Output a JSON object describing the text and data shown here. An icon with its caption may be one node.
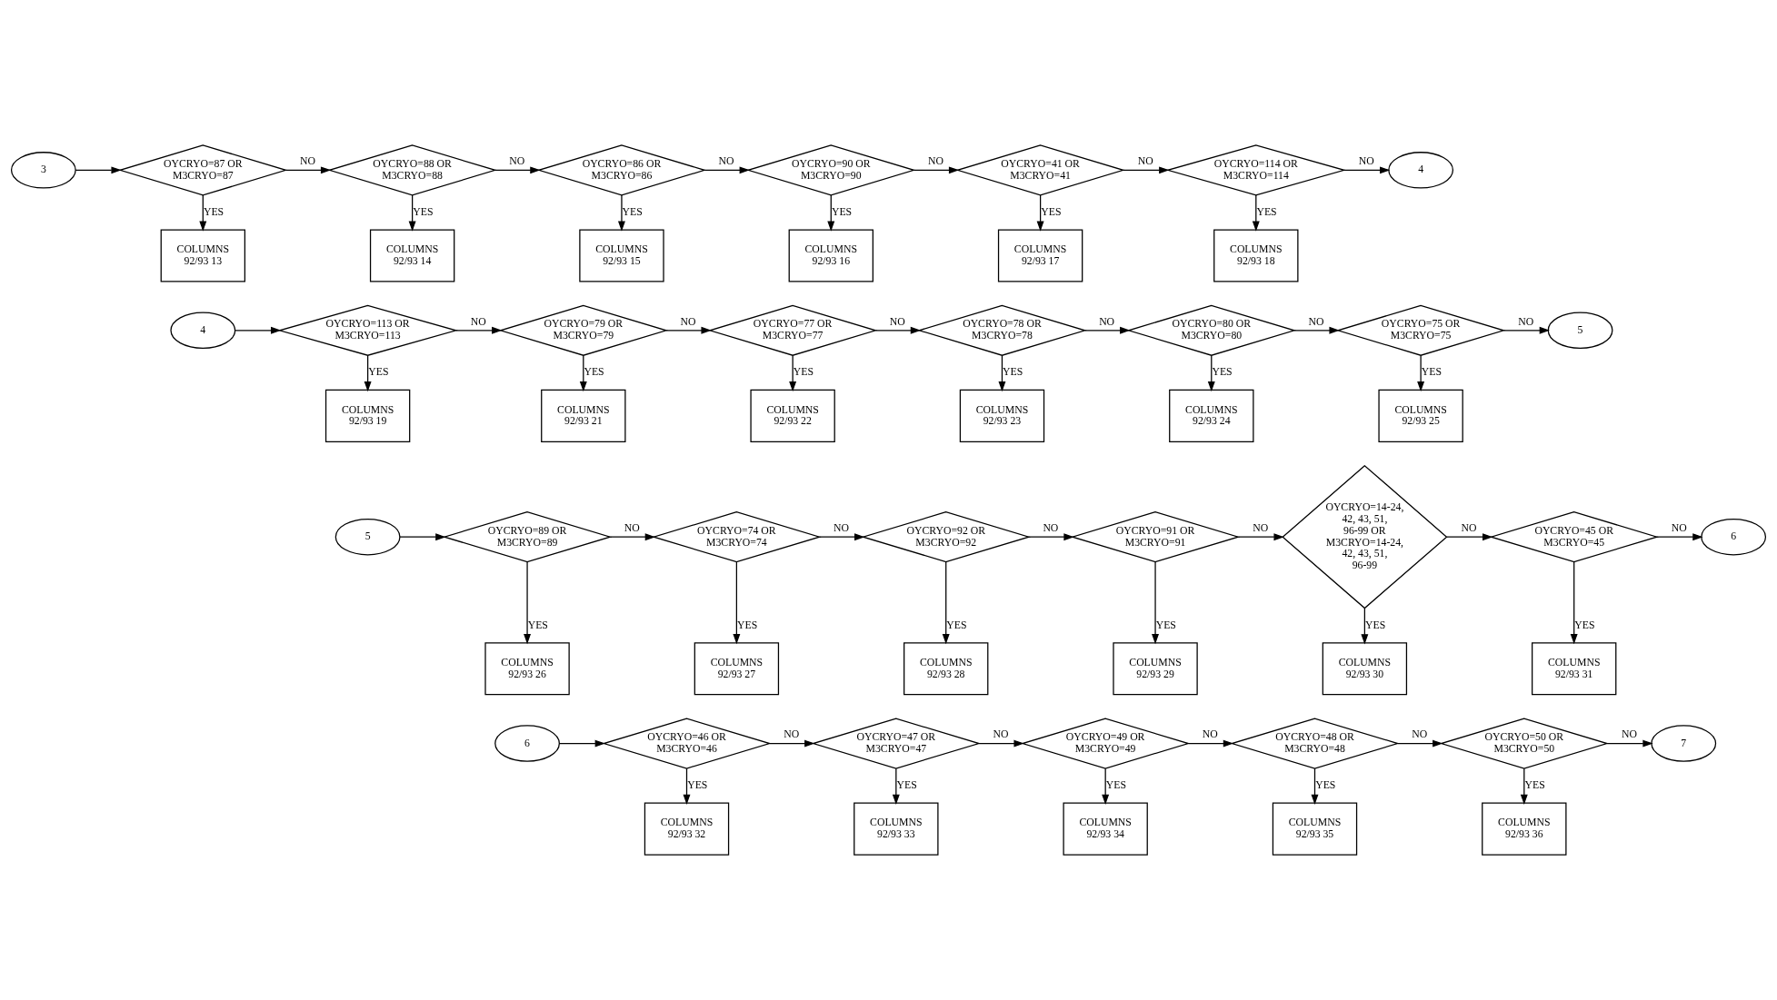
{
  "diagram": {
    "nodes": [
      {
        "text": [
          "3"
        ]
      },
      {
        "text": [
          "OYCRYO=87 OR M3CRYO=87"
        ]
      },
      {
        "text": [
          "OYCRYO=88 OR M3CRYO=88"
        ]
      },
      {
        "text": [
          "OYCRYO=86 OR M3CRYO=86"
        ]
      },
      {
        "text": [
          "OYCRYO=90 OR M3CRYO=90"
        ]
      },
      {
        "text": [
          "OYCRYO=41 OR M3CRYO=41"
        ]
      },
      {
        "text": [
          "OYCRYO=114 OR M3CRYO=114"
        ]
      },
      {
        "text": [
          "4"
        ]
      },
      {
        "text": [
          "COLUMNS 92/93 13"
        ]
      },
      {
        "text": [
          "COLUMNS 92/93 14"
        ]
      },
      {
        "text": [
          "COLUMNS 92/93 15"
        ]
      },
      {
        "text": [
          "COLUMNS 92/93 16"
        ]
      },
      {
        "text": [
          "COLUMNS 92/93 17"
        ]
      },
      {
        "text": [
          "COLUMNS 92/93 18"
        ]
      },
      {
        "text": [
          "4"
        ]
      },
      {
        "text": [
          "OYCRYO=113 OR M3CRYO=113"
        ]
      },
      {
        "text": [
          "OYCRYO=79 OR M3CRYO=79"
        ]
      },
      {
        "text": [
          "OYCRYO=77 OR M3CRYO=77"
        ]
      },
      {
        "text": [
          "OYCRYO=78 OR M3CRYO=78"
        ]
      },
      {
        "text": [
          "OYCRYO=80 OR M3CRYO=80"
        ]
      },
      {
        "text": [
          "OYCRYO=75 OR M3CRYO=75"
        ]
      },
      {
        "text": [
          "5"
        ]
      },
      {
        "text": [
          "COLUMNS 92/93 19"
        ]
      },
      {
        "text": [
          "COLUMNS 92/93 21"
        ]
      },
      {
        "text": [
          "COLUMNS 92/93 22"
        ]
      },
      {
        "text": [
          "COLUMNS 92/93 23"
        ]
      },
      {
        "text": [
          "COLUMNS 92/93 24"
        ]
      },
      {
        "text": [
          "COLUMNS 92/93 25"
        ]
      },
      {
        "text": [
          "5"
        ]
      },
      {
        "text": [
          "OYCRYO=89 OR M3CRYO=89"
        ]
      },
      {
        "text": [
          "OYCRYO=74 OR M3CRYO=74"
        ]
      },
      {
        "text": [
          "OYCRYO=92 OR M3CRYO=92"
        ]
      },
      {
        "text": [
          "OYCRYO=91 OR M3CRYO=91"
        ]
      },
      {
        "text": [
          "OYCRYO=14-24, 42, 43, 51, 96-99 OR M3CRYO=14-24, 42, 43, 51, 96-99"
        ]
      },
      {
        "text": [
          "OYCRYO=45 OR M3CRYO=45"
        ]
      },
      {
        "text": [
          "6"
        ]
      },
      {
        "text": [
          "COLUMNS 92/93 26"
        ]
      },
      {
        "text": [
          "COLUMNS 92/93 27"
        ]
      },
      {
        "text": [
          "COLUMNS 92/93 28"
        ]
      },
      {
        "text": [
          "COLUMNS 92/93 29"
        ]
      },
      {
        "text": [
          "COLUMNS 92/93 30"
        ]
      },
      {
        "text": [
          "COLUMNS 92/93 31"
        ]
      },
      {
        "text": [
          "6"
        ]
      },
      {
        "text": [
          "OYCRYO=46 OR M3CRYO=46"
        ]
      },
      {
        "text": [
          "OYCRYO=47 OR M3CRYO=47"
        ]
      },
      {
        "text": [
          "OYCRYO=49 OR M3CRYO=49"
        ]
      },
      {
        "text": [
          "OYCRYO=48 OR M3CRYO=48"
        ]
      },
      {
        "text": [
          "OYCRYO=50 OR M3CRYO=50"
        ]
      },
      {
        "text": [
          "7"
        ]
      },
      {
        "text": [
          "COLUMNS 92/93 32"
        ]
      },
      {
        "text": [
          "COLUMNS 92/93 33"
        ]
      },
      {
        "text": [
          "COLUMNS 92/93 34"
        ]
      },
      {
        "text": [
          "COLUMNS 92/93 35"
        ]
      },
      {
        "text": [
          "COLUMNS 92/93 36"
        ]
      }
    ],
    "edges": [
      {
        "from": 0,
        "to": 1,
        "arrow": "to"
      },
      {
        "from": 1,
        "to": 2,
        "arrow": "to",
        "label": "NO"
      },
      {
        "from": 2,
        "to": 3,
        "arrow": "to",
        "label": "NO"
      },
      {
        "from": 3,
        "to": 4,
        "arrow": "to",
        "label": "NO"
      },
      {
        "from": 4,
        "to": 5,
        "arrow": "to",
        "label": "NO"
      },
      {
        "from": 5,
        "to": 6,
        "arrow": "to",
        "label": "NO"
      },
      {
        "from": 6,
        "to": 7,
        "arrow": "to",
        "label": "NO"
      },
      {
        "from": 1,
        "to": 8,
        "arrow": "to",
        "label": "YES"
      },
      {
        "from": 2,
        "to": 9,
        "arrow": "to",
        "label": "YES"
      },
      {
        "from": 3,
        "to": 10,
        "arrow": "to",
        "label": "YES"
      },
      {
        "from": 4,
        "to": 11,
        "arrow": "to",
        "label": "YES"
      },
      {
        "from": 5,
        "to": 12,
        "arrow": "to",
        "label": "YES"
      },
      {
        "from": 6,
        "to": 13,
        "arrow": "to",
        "label": "YES"
      },
      {
        "from": 14,
        "to": 15,
        "arrow": "to"
      },
      {
        "from": 15,
        "to": 16,
        "arrow": "to",
        "label": "NO"
      },
      {
        "from": 16,
        "to": 17,
        "arrow": "to",
        "label": "NO"
      },
      {
        "from": 17,
        "to": 18,
        "arrow": "to",
        "label": "NO"
      },
      {
        "from": 18,
        "to": 19,
        "arrow": "to",
        "label": "NO"
      },
      {
        "from": 19,
        "to": 20,
        "arrow": "to",
        "label": "NO"
      },
      {
        "from": 20,
        "to": 21,
        "arrow": "to",
        "label": "NO"
      },
      {
        "from": 15,
        "to": 22,
        "arrow": "to",
        "label": "YES"
      },
      {
        "from": 16,
        "to": 23,
        "arrow": "to",
        "label": "YES"
      },
      {
        "from": 17,
        "to": 24,
        "arrow": "to",
        "label": "YES"
      },
      {
        "from": 18,
        "to": 25,
        "arrow": "to",
        "label": "YES"
      },
      {
        "from": 19,
        "to": 26,
        "arrow": "to",
        "label": "YES"
      },
      {
        "from": 20,
        "to": 27,
        "arrow": "to",
        "label": "YES"
      },
      {
        "from": 28,
        "to": 29,
        "arrow": "to"
      },
      {
        "from": 29,
        "to": 30,
        "arrow": "to",
        "label": "NO"
      },
      {
        "from": 30,
        "to": 31,
        "arrow": "to",
        "label": "NO"
      },
      {
        "from": 31,
        "to": 32,
        "arrow": "to",
        "label": "NO"
      },
      {
        "from": 32,
        "to": 33,
        "arrow": "to",
        "label": "NO"
      },
      {
        "from": 33,
        "to": 34,
        "arrow": "to",
        "label": "NO"
      },
      {
        "from": 34,
        "to": 35,
        "arrow": "to",
        "label": "NO"
      },
      {
        "from": 29,
        "to": 36,
        "arrow": "to",
        "label": "YES"
      },
      {
        "from": 30,
        "to": 37,
        "arrow": "to",
        "label": "YES"
      },
      {
        "from": 31,
        "to": 38,
        "arrow": "to",
        "label": "YES"
      },
      {
        "from": 32,
        "to": 39,
        "arrow": "to",
        "label": "YES"
      },
      {
        "from": 33,
        "to": 40,
        "arrow": "to",
        "label": "YES"
      },
      {
        "from": 34,
        "to": 41,
        "arrow": "to",
        "label": "YES"
      },
      {
        "from": 42,
        "to": 43,
        "arrow": "to"
      },
      {
        "from": 43,
        "to": 44,
        "arrow": "to",
        "label": "NO"
      },
      {
        "from": 44,
        "to": 45,
        "arrow": "to",
        "label": "NO"
      },
      {
        "from": 45,
        "to": 46,
        "arrow": "to",
        "label": "NO"
      },
      {
        "from": 46,
        "to": 47,
        "arrow": "to",
        "label": "NO"
      },
      {
        "from": 47,
        "to": 48,
        "arrow": "to",
        "label": "NO"
      },
      {
        "from": 43,
        "to": 49,
        "arrow": "to",
        "label": "YES"
      },
      {
        "from": 44,
        "to": 50,
        "arrow": "to",
        "label": "YES"
      },
      {
        "from": 45,
        "to": 51,
        "arrow": "to",
        "label": "YES"
      },
      {
        "from": 46,
        "to": 52,
        "arrow": "to",
        "label": "YES"
      },
      {
        "from": 47,
        "to": 53,
        "arrow": "to",
        "label": "YES"
      }
    ]
  }
}
